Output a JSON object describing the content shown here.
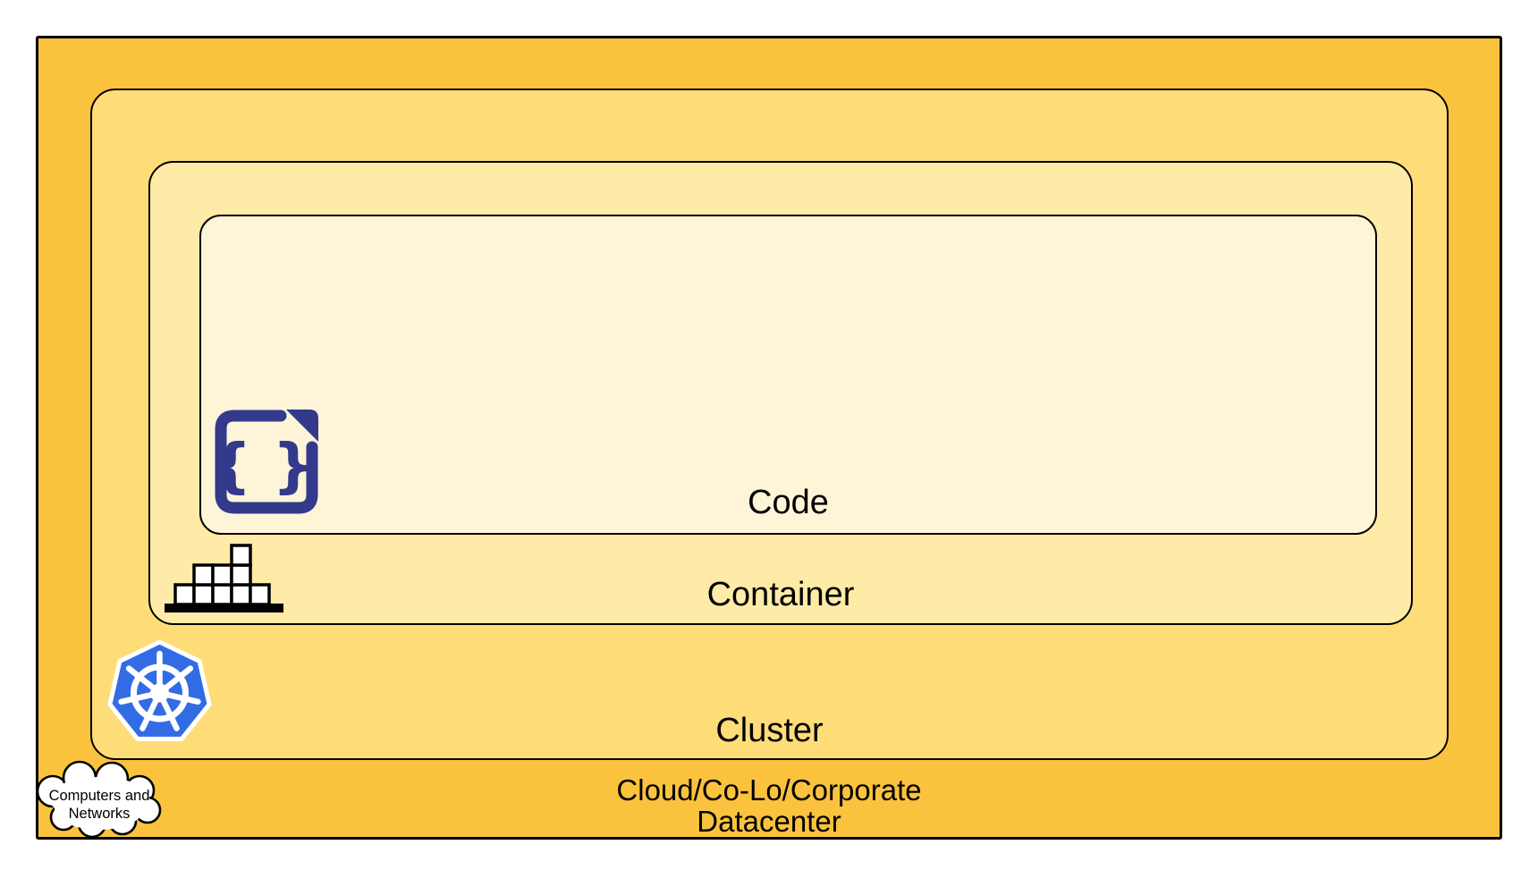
{
  "diagram": {
    "description": "Nested layers diagram of cloud-native deployment",
    "background_color": "#ffffff",
    "stroke_color": "#000000",
    "layers": [
      {
        "id": "datacenter",
        "label": "Cloud/Co-Lo/Corporate Datacenter",
        "label_lines": [
          "Cloud/Co-Lo/Corporate",
          "Datacenter"
        ],
        "fill": "#FBC33D",
        "icon": "cloud-callout-icon"
      },
      {
        "id": "cluster",
        "label": "Cluster",
        "fill": "#FEDD79",
        "icon": "kubernetes-logo-icon"
      },
      {
        "id": "container",
        "label": "Container",
        "fill": "#FEEBA7",
        "icon": "container-blocks-icon"
      },
      {
        "id": "code",
        "label": "Code",
        "fill": "#FEF5D9",
        "icon": "code-file-icon"
      }
    ],
    "cloud_callout": {
      "line1": "Computers and",
      "line2": "Networks",
      "fill": "#FFFFFF"
    },
    "icons": {
      "code_file_glyph": "{ }",
      "code_file_color": "#333A8C",
      "kubernetes_blue": "#326CE5",
      "container_block_fill": "#FFFFFF",
      "container_base_color": "#000000"
    }
  }
}
